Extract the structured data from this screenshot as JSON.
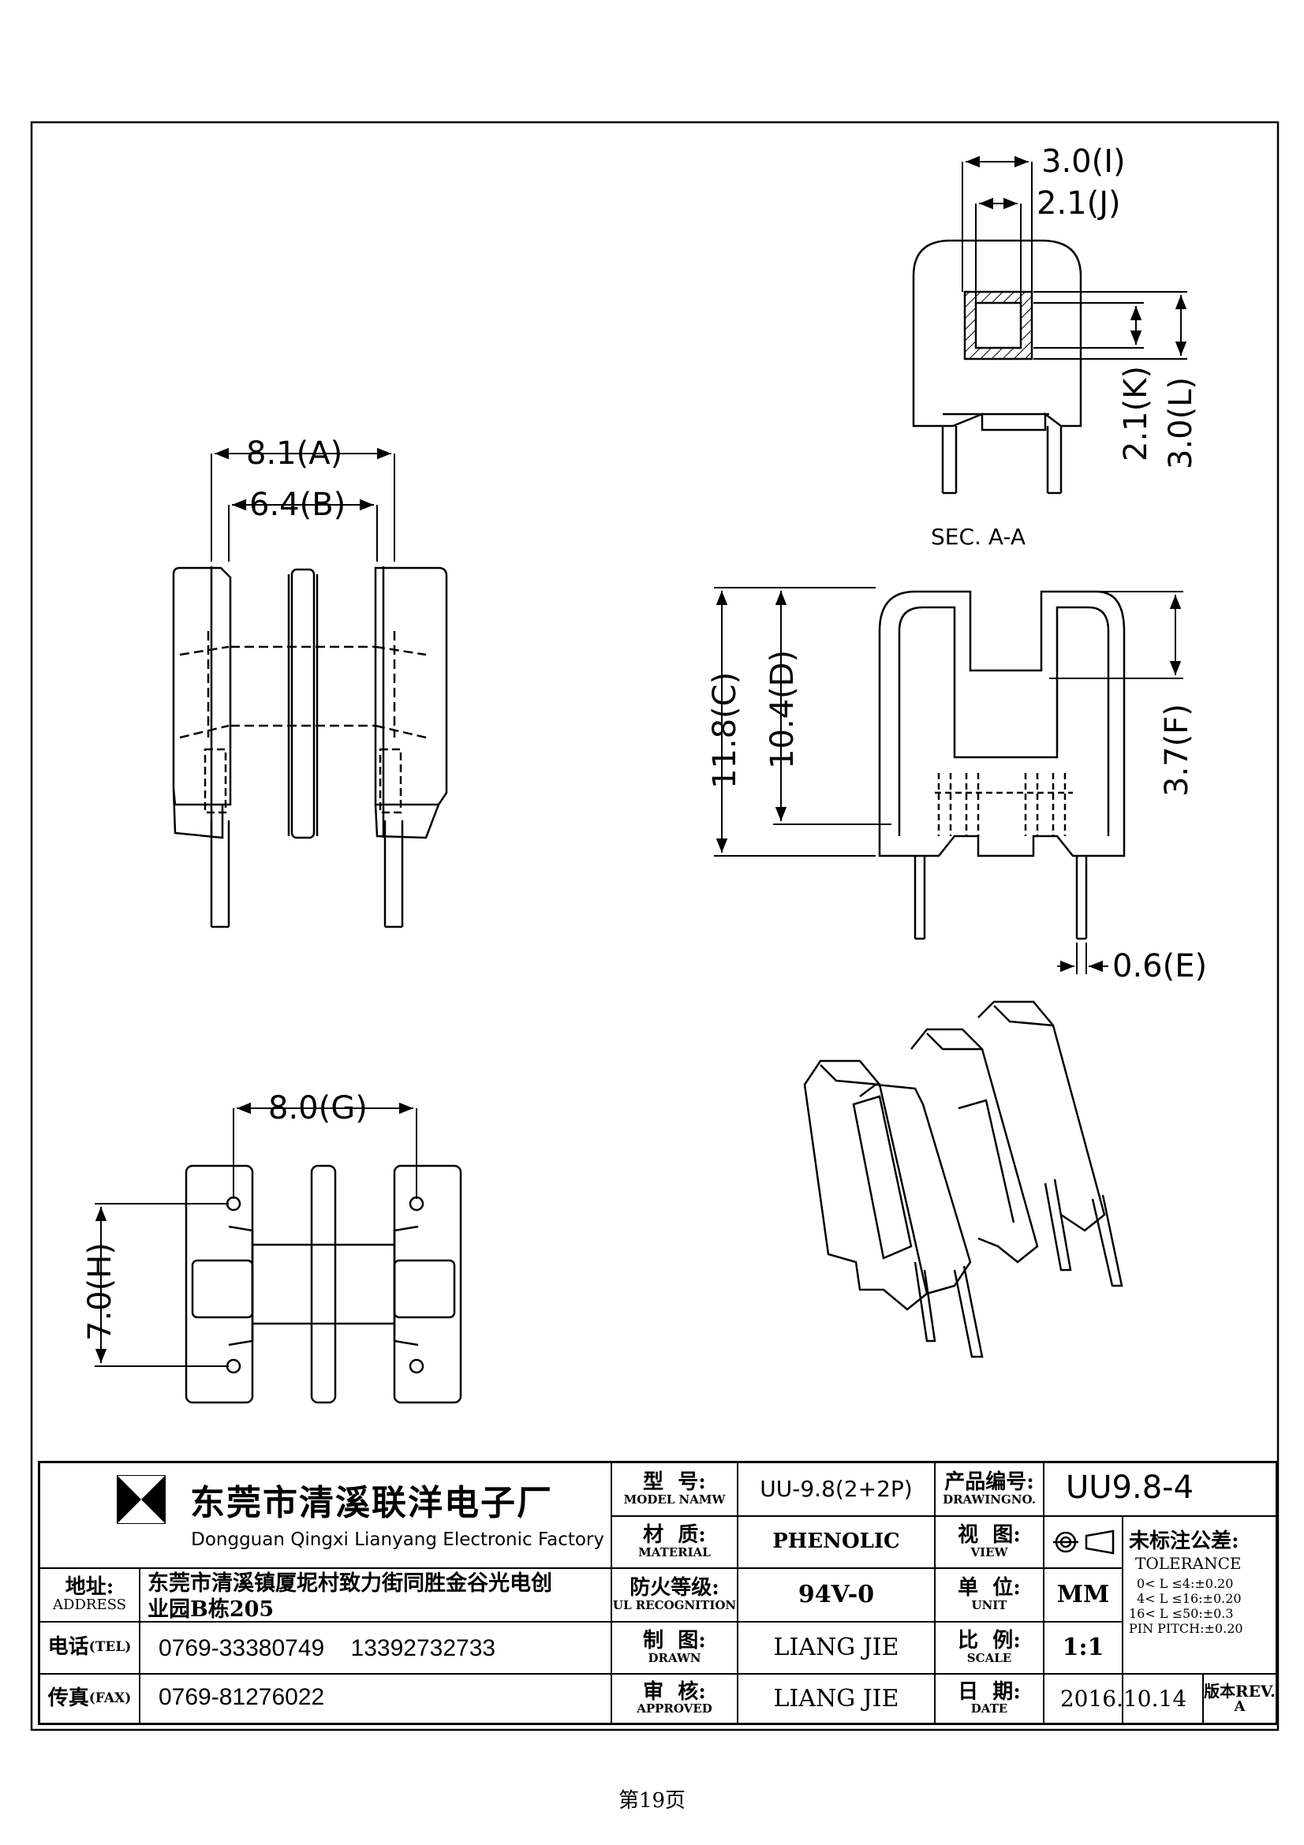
{
  "dimensions": {
    "a": "8.1(A)",
    "b": "6.4(B)",
    "c": "11.8(C)",
    "d": "10.4(D)",
    "e": "0.6(E)",
    "f": "3.7(F)",
    "g": "8.0(G)",
    "h": "7.0(H)",
    "i": "3.0(I)",
    "j": "2.1(J)",
    "k": "2.1(K)",
    "l": "3.0(L)"
  },
  "section_label": "SEC. A-A",
  "title_block": {
    "company_cn": "东莞市清溪联洋电子厂",
    "company_en": "Dongguan Qingxi Lianyang Electronic Factory",
    "address_label_cn": "地址:",
    "address_label_en": "ADDRESS",
    "address_line1": "东莞市清溪镇厦坭村致力街同胜金谷光电创",
    "address_line2": "业园B栋205",
    "tel_label_cn": "电话",
    "tel_label_en": "(TEL)",
    "tel_value": "0769-33380749    13392732733",
    "fax_label_cn": "传真",
    "fax_label_en": "(FAX)",
    "fax_value": "0769-81276022",
    "model_label_cn": "型  号:",
    "model_label_en": "MODEL NAMW",
    "model_value": "UU-9.8(2+2P)",
    "material_label_cn": "材  质:",
    "material_label_en": "MATERIAL",
    "material_value": "PHENOLIC",
    "ul_label_cn": "防火等级:",
    "ul_label_en": "UL RECOGNITION",
    "ul_value": "94V-0",
    "drawn_label_cn": "制  图:",
    "drawn_label_en": "DRAWN",
    "drawn_value": "LIANG JIE",
    "approved_label_cn": "审  核:",
    "approved_label_en": "APPROVED",
    "approved_value": "LIANG JIE",
    "drawingno_label_cn": "产品编号:",
    "drawingno_label_en": "DRAWINGNO.",
    "drawingno_value": "UU9.8-4",
    "view_label_cn": "视  图:",
    "view_label_en": "VIEW",
    "unit_label_cn": "单  位:",
    "unit_label_en": "UNIT",
    "unit_value": "MM",
    "scale_label_cn": "比  例:",
    "scale_label_en": "SCALE",
    "scale_value": "1:1",
    "date_label_cn": "日  期:",
    "date_label_en": "DATE",
    "date_value": "2016.10.14",
    "tolerance_label_cn": "未标注公差:",
    "tolerance_label_en": "TOLERANCE",
    "tol_1": "0< L ≤4:±0.20",
    "tol_2": "4< L ≤16:±0.20",
    "tol_3": "16< L ≤50:±0.3",
    "tol_4": "PIN PITCH:±0.20",
    "rev_label_cn": "版本REV.",
    "rev_value": "A"
  },
  "page_footer": "第19页"
}
